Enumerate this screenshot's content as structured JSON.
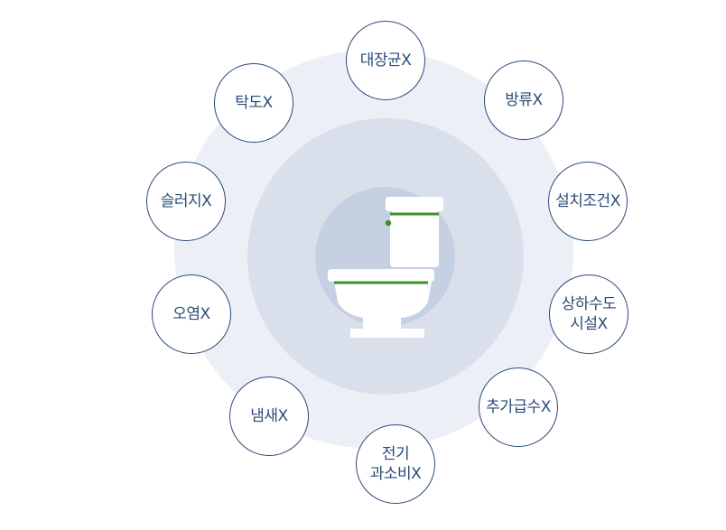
{
  "items": [
    {
      "label": "대장균X"
    },
    {
      "label": "방류X"
    },
    {
      "label": "설치조건X"
    },
    {
      "label": "상하수도\n시설X"
    },
    {
      "label": "추가급수X"
    },
    {
      "label": "전기\n과소비X"
    },
    {
      "label": "냄새X"
    },
    {
      "label": "오염X"
    },
    {
      "label": "슬러지X"
    },
    {
      "label": "탁도X"
    }
  ],
  "colors": {
    "outline": "#2c4a78",
    "accent_line": "#3f8f2a",
    "ring_outer": "#ecf0f6",
    "ring_mid": "#d9e0ec",
    "ring_inner": "#c5d0e2"
  },
  "icon": "toilet-icon"
}
